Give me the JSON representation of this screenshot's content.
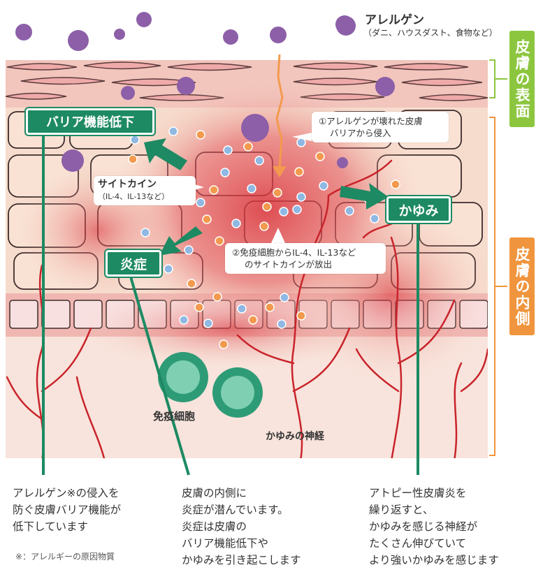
{
  "legend": {
    "allergen_title": "アレルゲン",
    "allergen_examples": "（ダニ、ハウスダスト、食物など）"
  },
  "side_labels": {
    "surface": "皮膚の表面",
    "inner": "皮膚の内側"
  },
  "tags": {
    "barrier": "バリア機能低下",
    "inflammation": "炎症",
    "itch": "かゆみ"
  },
  "callouts": {
    "step1_line1": "①アレルゲンが壊れた皮膚",
    "step1_line2": "バリアから侵入",
    "step2_line1": "②免疫細胞からIL-4、IL-13など",
    "step2_line2": "のサイトカインが放出"
  },
  "labels": {
    "cytokine": "サイトカイン",
    "cytokine_examples": "（IL-4、IL-13など）",
    "immune_cell": "免疫細胞",
    "itch_nerve": "かゆみの神経"
  },
  "captions": {
    "left": "アレルゲン※の侵入を\n防ぐ皮膚バリア機能が\n低下しています",
    "left_note": "※：アレルギーの原因物質",
    "middle": "皮膚の内側に\n炎症が潜んでいます。\n炎症は皮膚の\nバリア機能低下や\nかゆみを引き起こします",
    "right": "アトピー性皮膚炎を\n繰り返すと、\nかゆみを感じる神経が\nたくさん伸びていて\nより強いかゆみを感じます"
  },
  "colors": {
    "green_tag": "#1d8a63",
    "surface_side": "#8cc63f",
    "inner_side": "#f0953d",
    "allergen": "#8d5fa8",
    "cytokine_blue": "#8fb8e3",
    "cytokine_orange": "#f39a4e",
    "inflammation_red": "#d9333b",
    "skin": "#f6d7c8"
  }
}
